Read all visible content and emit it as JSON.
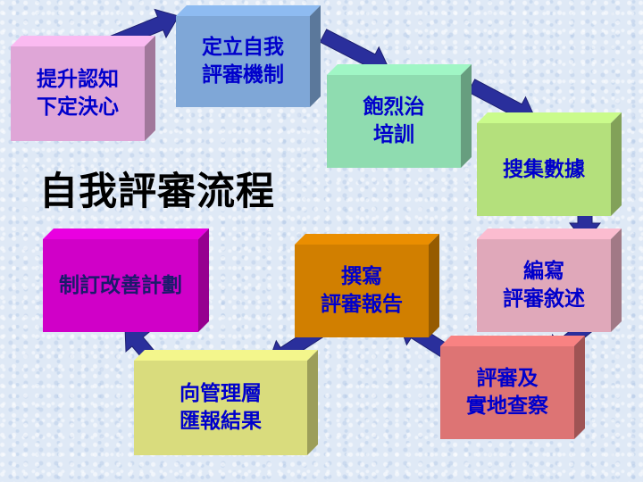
{
  "title": "自我評審流程",
  "steps": [
    {
      "id": "s1",
      "label": "提升認知\n下定決心",
      "face": "#dfa6d7",
      "text_color": "#0000cc"
    },
    {
      "id": "s2",
      "label": "定立自我\n評審機制",
      "face": "#7fa7d7",
      "text_color": "#0000cc"
    },
    {
      "id": "s3",
      "label": "飽烈治\n培訓",
      "face": "#8fdcb0",
      "text_color": "#0000cc"
    },
    {
      "id": "s4",
      "label": "搜集數據",
      "face": "#b4e07c",
      "text_color": "#0000cc"
    },
    {
      "id": "s5",
      "label": "編寫\n評審敘述",
      "face": "#e0a8ba",
      "text_color": "#0000cc"
    },
    {
      "id": "s6",
      "label": "評審及\n實地查察",
      "face": "#dd7474",
      "text_color": "#0000cc"
    },
    {
      "id": "s7",
      "label": "撰寫\n評審報告",
      "face": "#d17f00",
      "text_color": "#0000cc"
    },
    {
      "id": "s8",
      "label": "向管理層\n匯報結果",
      "face": "#d9dc7d",
      "text_color": "#0000cc"
    },
    {
      "id": "s9",
      "label": "制訂改善計劃",
      "face": "#d000c8",
      "text_color": "#1a1a6b"
    }
  ],
  "arrow_color": "#2a2f9c"
}
